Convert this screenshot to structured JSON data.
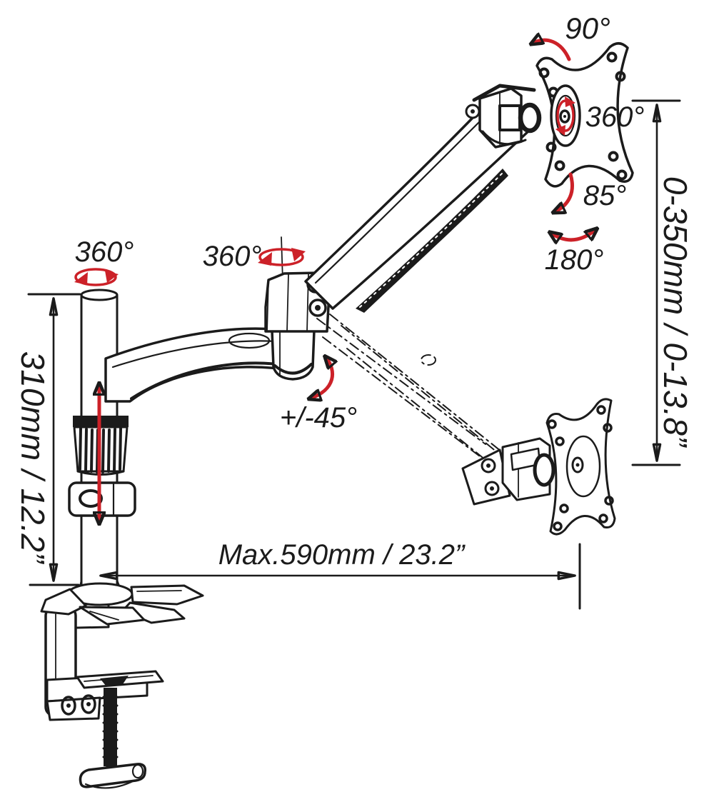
{
  "figure": {
    "title": "Gas-spring desk mount monitor arm technical drawing"
  },
  "colors": {
    "line": "#1b1b1b",
    "accent_red": "#cc2128",
    "background": "#ffffff"
  },
  "labels": {
    "vesa_rotate": "90°",
    "vesa_swivel": "360°",
    "vesa_tilt": "85°",
    "head_swivel": "180°",
    "pole_rotate": "360°",
    "joint_rotate": "360°",
    "arm_tilt": "+/-45°"
  },
  "dimensions": {
    "height_range": "0-350mm / 0-13.8”",
    "pole_height": "310mm / 12.2”",
    "max_reach": "Max.590mm / 23.2”"
  }
}
